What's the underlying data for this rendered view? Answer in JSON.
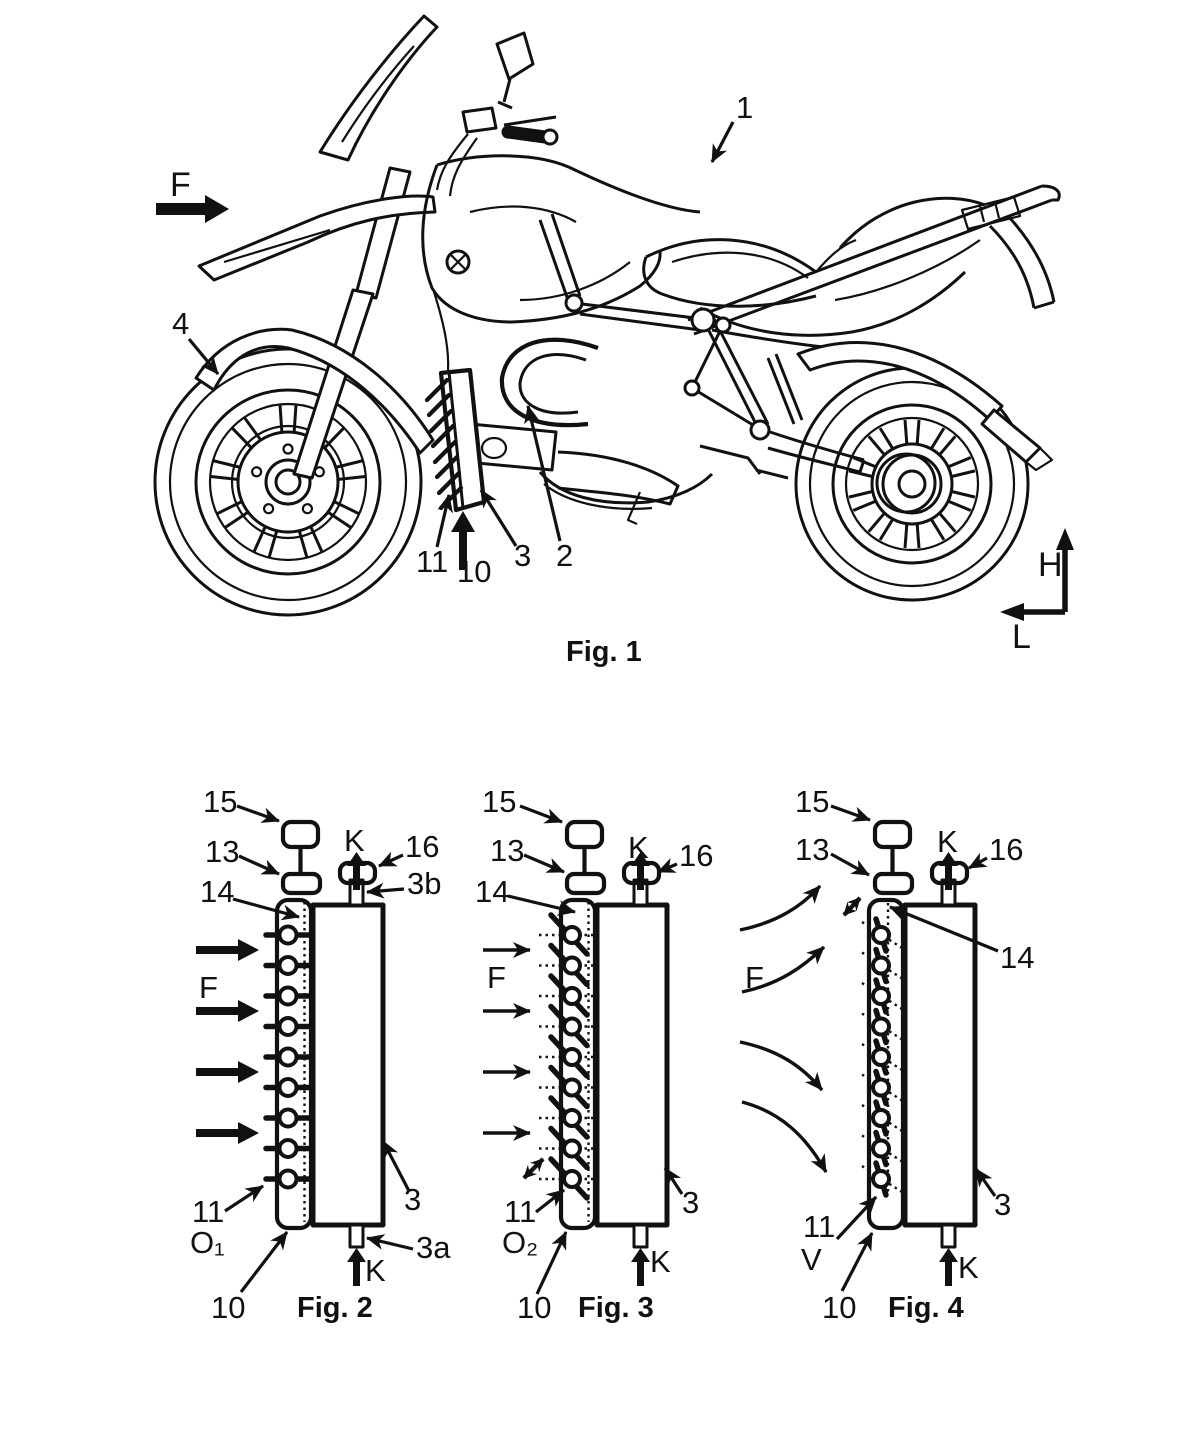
{
  "page": {
    "background": "#ffffff",
    "ink": "#111111"
  },
  "fig1": {
    "caption": "Fig. 1",
    "airflow": "F",
    "motorcycle": "1",
    "front_wheel": "4",
    "slats": "11",
    "shutter": "10",
    "radiator": "3",
    "engine": "2",
    "axis_height": "H",
    "axis_length": "L"
  },
  "fig2": {
    "caption": "Fig. 2",
    "actuator": "15",
    "linkage": "13",
    "slat_plane": "14",
    "airflow": "F",
    "coolant_top": "K",
    "valve": "16",
    "outlet_port": "3b",
    "radiator": "3",
    "inlet_port": "3a",
    "coolant_bottom": "K",
    "slats": "11",
    "state": "O₁",
    "shutter": "10"
  },
  "fig3": {
    "caption": "Fig. 3",
    "actuator": "15",
    "linkage": "13",
    "slat_plane": "14",
    "airflow": "F",
    "coolant_top": "K",
    "valve": "16",
    "radiator": "3",
    "coolant_bottom": "K",
    "slats": "11",
    "state": "O₂",
    "shutter": "10"
  },
  "fig4": {
    "caption": "Fig. 4",
    "actuator": "15",
    "linkage": "13",
    "slat_plane": "14",
    "airflow": "F",
    "coolant_top": "K",
    "valve": "16",
    "radiator": "3",
    "coolant_bottom": "K",
    "slats": "11",
    "state": "V",
    "shutter": "10"
  }
}
